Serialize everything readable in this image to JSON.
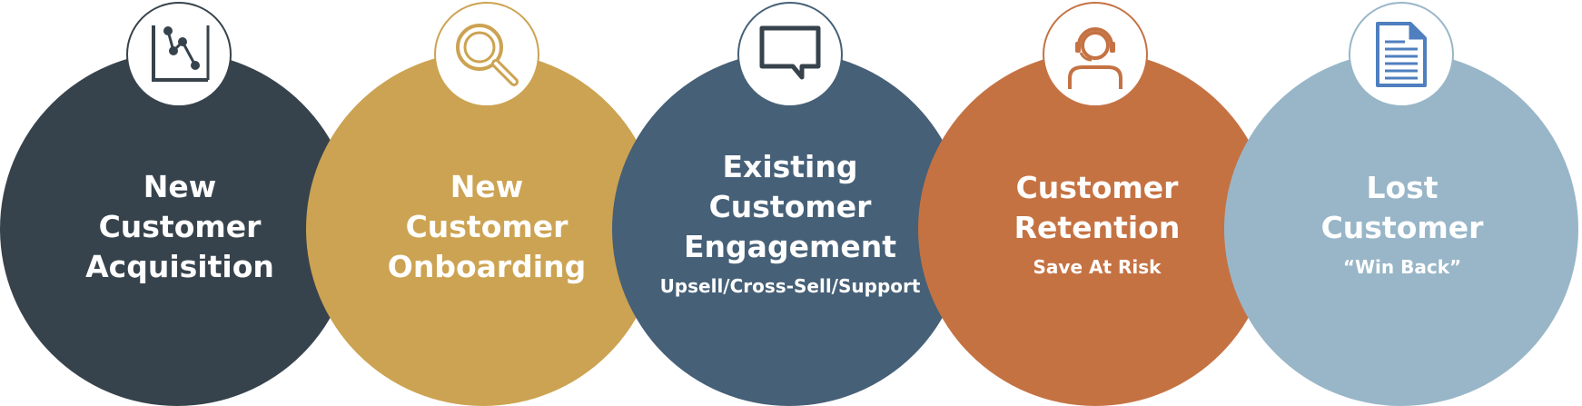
{
  "colors": {
    "acquisition": "#37434c",
    "onboarding": "#cca352",
    "engagement": "#466077",
    "retention": "#c57243",
    "lost": "#98b6c8",
    "background": "#ffffff"
  },
  "stages": [
    {
      "title_lines": [
        "New",
        "Customer",
        "Acquisition"
      ],
      "subtitle": "",
      "icon": "line-chart-icon"
    },
    {
      "title_lines": [
        "New",
        "Customer",
        "Onboarding"
      ],
      "subtitle": "",
      "icon": "magnifier-icon"
    },
    {
      "title_lines": [
        "Existing",
        "Customer",
        "Engagement"
      ],
      "subtitle": "Upsell/Cross-Sell/Support",
      "icon": "speech-bubble-icon"
    },
    {
      "title_lines": [
        "Customer",
        "Retention"
      ],
      "subtitle": "Save At Risk",
      "icon": "headset-agent-icon"
    },
    {
      "title_lines": [
        "Lost",
        "Customer"
      ],
      "subtitle": "“Win Back”",
      "icon": "document-icon"
    }
  ]
}
